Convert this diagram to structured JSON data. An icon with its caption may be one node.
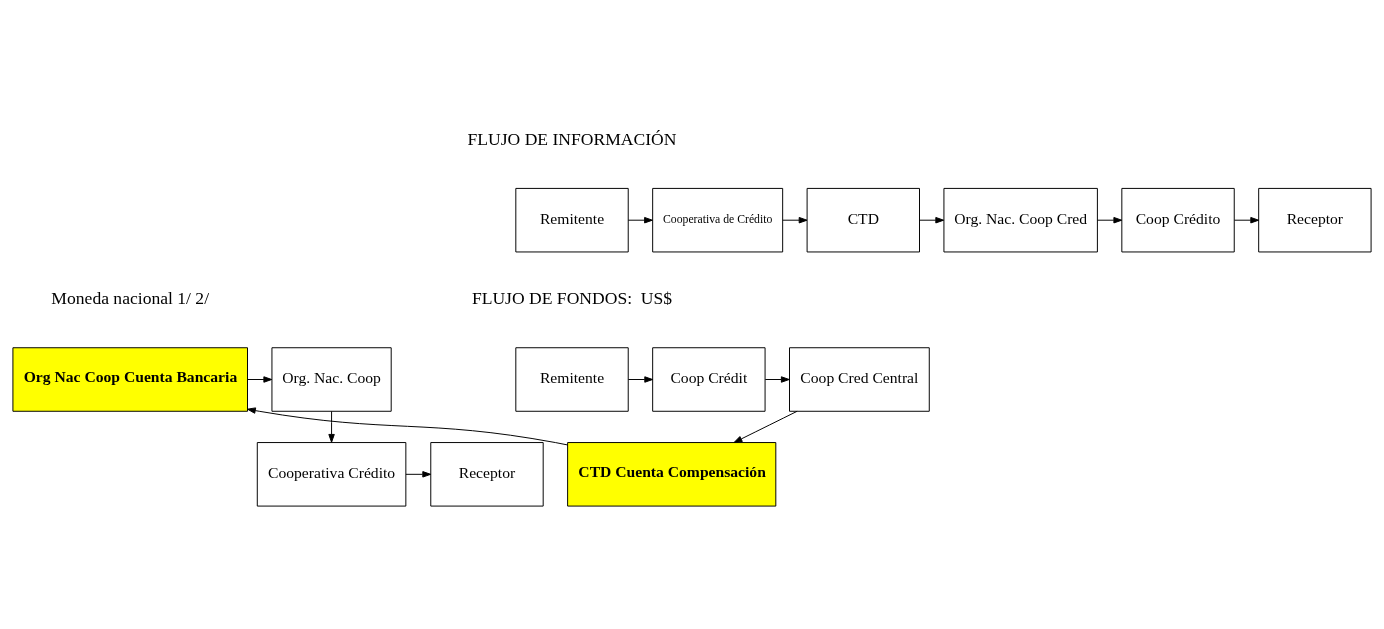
{
  "diagram": {
    "nodes": [
      {
        "text": [
          "Remitente"
        ]
      },
      {
        "text": [
          "Cooperativa de Crédito"
        ]
      },
      {
        "text": [
          "CTD"
        ]
      },
      {
        "text": [
          "Org. Nac. Coop Cred"
        ]
      },
      {
        "text": [
          "Coop Crédito"
        ]
      },
      {
        "text": [
          "Receptor"
        ]
      },
      {
        "text": [
          "Remitente"
        ]
      },
      {
        "text": [
          "Coop Crédit"
        ]
      },
      {
        "text": [
          "Coop Cred Central"
        ]
      },
      {
        "text": [
          "CTD Cuenta Compensación"
        ]
      },
      {
        "text": [
          "Org Nac Coop Cuenta Bancaria"
        ]
      },
      {
        "text": [
          "Org. Nac. Coop"
        ]
      },
      {
        "text": [
          "Cooperativa Crédito"
        ]
      },
      {
        "text": [
          "Receptor"
        ]
      }
    ],
    "edges": [
      {
        "from": 0,
        "to": 1,
        "arrow": "to"
      },
      {
        "from": 1,
        "to": 2,
        "arrow": "to"
      },
      {
        "from": 2,
        "to": 3,
        "arrow": "to"
      },
      {
        "from": 3,
        "to": 4,
        "arrow": "to"
      },
      {
        "from": 4,
        "to": 5,
        "arrow": "to"
      },
      {
        "from": 6,
        "to": 7,
        "arrow": "to"
      },
      {
        "from": 7,
        "to": 8,
        "arrow": "to"
      },
      {
        "from": 8,
        "to": 9,
        "arrow": "to"
      },
      {
        "from": 9,
        "to": 10,
        "arrow": "to"
      },
      {
        "from": 10,
        "to": 11,
        "arrow": "to"
      },
      {
        "from": 11,
        "to": 12,
        "arrow": "to"
      },
      {
        "from": 12,
        "to": 13,
        "arrow": "to"
      }
    ],
    "labels": [
      "FLUJO DE INFORMACIÓN",
      "FLUJO DE FONDOS:  US$",
      "Moneda nacional 1/ 2/"
    ]
  }
}
